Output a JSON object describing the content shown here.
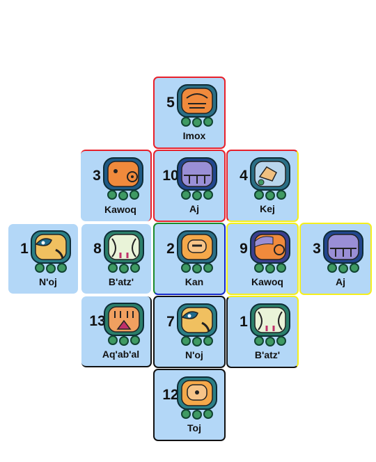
{
  "tiles": [
    {
      "number": "5",
      "name": "Imox",
      "glyph": "imox-glyph-icon",
      "face": "#f08a3c"
    },
    {
      "number": "3",
      "name": "Kawoq",
      "glyph": "kawoq-glyph-icon",
      "face": "#f08a3c"
    },
    {
      "number": "10",
      "name": "Aj",
      "glyph": "aj-glyph-icon",
      "face": "#9a8fd6"
    },
    {
      "number": "4",
      "name": "Kej",
      "glyph": "kej-glyph-icon",
      "face": "#b9d6ec"
    },
    {
      "number": "1",
      "name": "N'oj",
      "glyph": "noj-glyph-icon",
      "face": "#f0c060"
    },
    {
      "number": "8",
      "name": "B'atz'",
      "glyph": "batz-glyph-icon",
      "face": "#e9f3d8"
    },
    {
      "number": "2",
      "name": "Kan",
      "glyph": "kan-glyph-icon",
      "face": "#f5a84a"
    },
    {
      "number": "9",
      "name": "Kawoq",
      "glyph": "kawoq-glyph-icon",
      "face": "#f08a3c"
    },
    {
      "number": "3",
      "name": "Aj",
      "glyph": "aj-glyph-icon",
      "face": "#9a8fd6"
    },
    {
      "number": "13",
      "name": "Aq'ab'al",
      "glyph": "aqabal-glyph-icon",
      "face": "#f0a060"
    },
    {
      "number": "7",
      "name": "N'oj",
      "glyph": "noj-glyph-icon",
      "face": "#f0c060"
    },
    {
      "number": "1",
      "name": "B'atz'",
      "glyph": "batz-glyph-icon",
      "face": "#e9f3d8"
    },
    {
      "number": "12",
      "name": "Toj",
      "glyph": "toj-glyph-icon",
      "face": "#f5a84a"
    }
  ]
}
